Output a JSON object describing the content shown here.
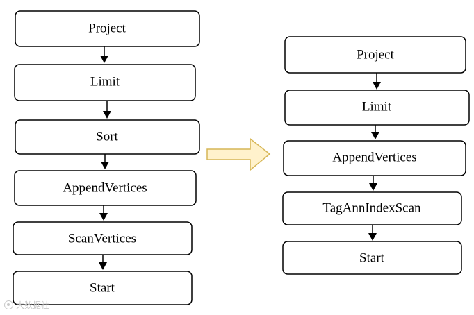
{
  "diagram": {
    "before_plan": {
      "nodes": [
        "Project",
        "Limit",
        "Sort",
        "AppendVertices",
        "ScanVertices",
        "Start"
      ]
    },
    "after_plan": {
      "nodes": [
        "Project",
        "Limit",
        "AppendVertices",
        "TagAnnIndexScan",
        "Start"
      ]
    },
    "transform_arrow": {
      "fill": "#fff2cc",
      "stroke": "#d6b656"
    },
    "colors": {
      "box_fill": "#ffffff",
      "box_stroke": "#000000",
      "edge": "#000000"
    }
  },
  "watermark": {
    "text": "大数据社"
  }
}
